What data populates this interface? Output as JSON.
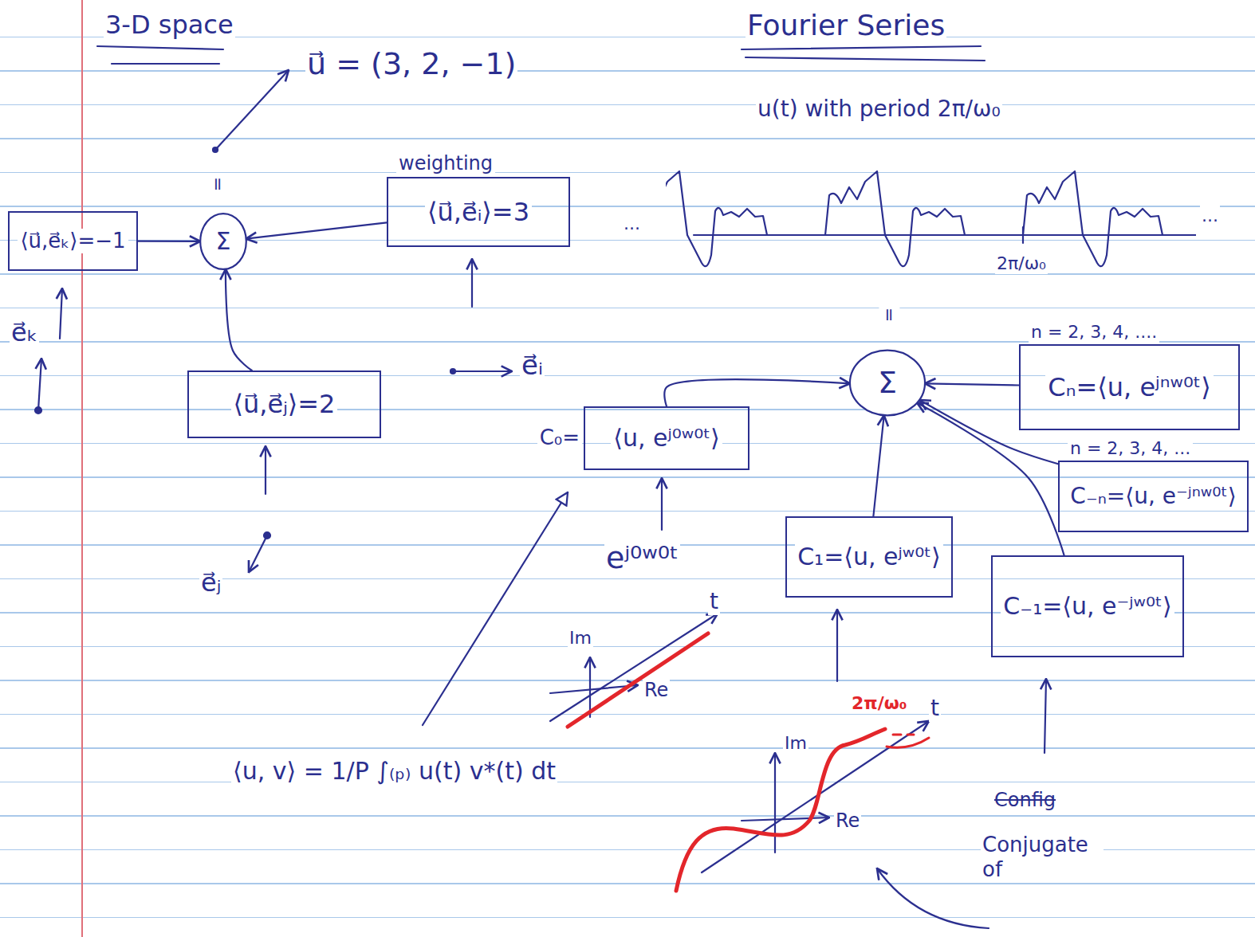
{
  "diagram": {
    "nodes": [
      {
        "text": [
          "⟨u⃗,e⃗ₖ⟩=−1"
        ]
      },
      {
        "text": [
          "Σ"
        ]
      },
      {
        "text": [
          "weighting",
          "⟨u⃗,e⃗ᵢ⟩=3"
        ]
      },
      {
        "text": [
          "⟨u⃗,e⃗ⱼ⟩=2"
        ]
      },
      {
        "text": [
          "Σ"
        ]
      },
      {
        "text": [
          "n = 2, 3, 4, ....",
          "Cₙ=⟨u, eʲⁿʷ⁰ᵗ⟩"
        ]
      },
      {
        "text": [
          "n = 2, 3, 4, ...",
          "C₋ₙ=⟨u, e⁻ʲⁿʷ⁰ᵗ⟩"
        ]
      },
      {
        "text": [
          "C₀=",
          "⟨u, eʲ⁰ʷ⁰ᵗ⟩"
        ]
      },
      {
        "text": [
          "C₁=⟨u, eʲʷ⁰ᵗ⟩"
        ]
      },
      {
        "text": [
          "C₋₁=⟨u, e⁻ʲʷ⁰ᵗ⟩"
        ]
      }
    ],
    "edges": [
      {
        "from": 0,
        "to": 1,
        "arrow": "to"
      },
      {
        "from": 2,
        "to": 1,
        "arrow": "to"
      },
      {
        "from": 3,
        "to": 1,
        "arrow": "to"
      },
      {
        "from": 7,
        "to": 4,
        "arrow": "to"
      },
      {
        "from": 8,
        "to": 4,
        "arrow": "to"
      },
      {
        "from": 5,
        "to": 4,
        "arrow": "to"
      },
      {
        "from": 6,
        "to": 4,
        "arrow": "to"
      },
      {
        "from": 9,
        "to": 4,
        "arrow": "to"
      }
    ],
    "labels": [
      "3-D space",
      "u⃗ = (3, 2, −1)",
      "=",
      "e⃗ₖ",
      "e⃗ᵢ",
      "e⃗ⱼ",
      "Fourier Series",
      "u(t) with period 2π/ω₀",
      "...",
      "...",
      "2π/ω₀",
      "=",
      "eʲ⁰ʷ⁰ᵗ",
      "Im",
      "Re",
      "t",
      "2π/ω₀",
      "t",
      "Im",
      "Re",
      "⟨u, v⟩ = 1/P ∫₍ₚ₎ u(t) v*(t) dt",
      "Config",
      "Conjugate of"
    ]
  }
}
